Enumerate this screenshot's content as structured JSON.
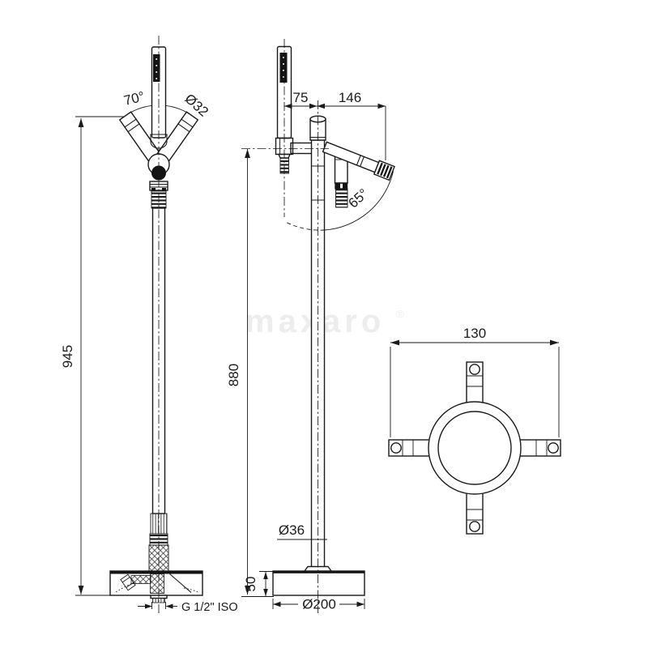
{
  "drawing": {
    "kind": "technical dimension drawing",
    "background": "#ffffff",
    "line_color": "#1a1a1a"
  },
  "watermark": {
    "text": "maxaro",
    "registered": "®",
    "color": "#ededed"
  },
  "front_view": {
    "height": "945",
    "arm_angle": "70°",
    "arm_diameter": "Ø32",
    "thread": "G 1/2\" ISO"
  },
  "side_view": {
    "shower_offset": "75",
    "spout_reach": "146",
    "spout_angle": "65°",
    "height": "880",
    "column_diameter": "Ø36",
    "base_height": "50",
    "base_diameter": "Ø200"
  },
  "top_view": {
    "mount_width": "130"
  }
}
